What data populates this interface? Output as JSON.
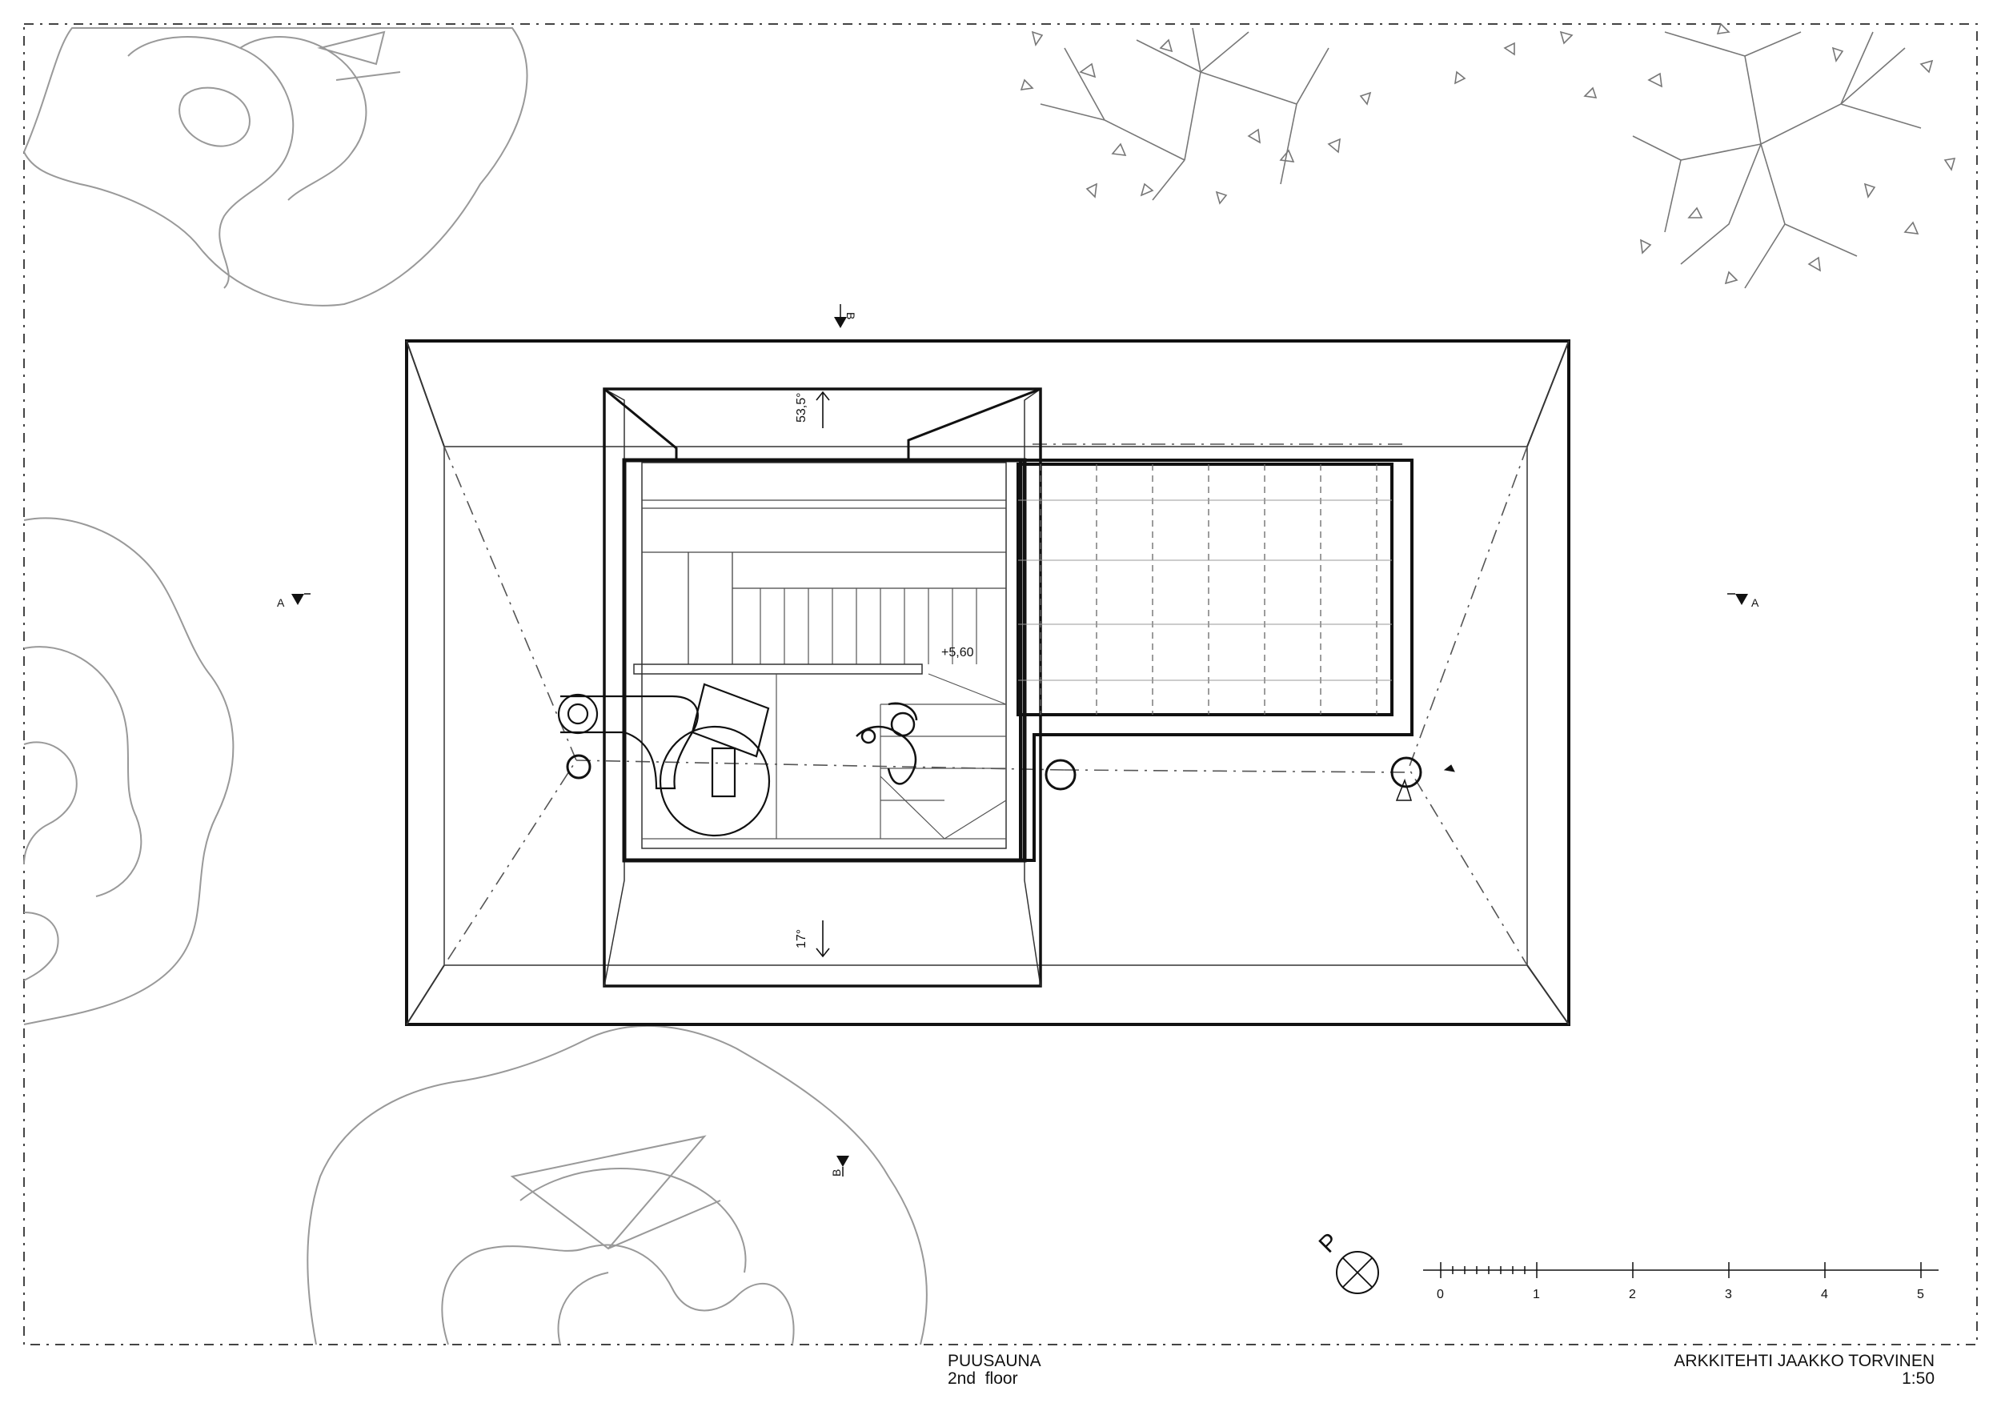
{
  "project": {
    "name": "PUUSAUNA",
    "floor": "2nd  floor"
  },
  "office": {
    "name": "ARKKITEHTI JAAKKO TORVINEN",
    "scale": "1:50"
  },
  "section_markers": {
    "a_left": "A",
    "a_right": "A",
    "b_top": "B",
    "b_bottom": "B"
  },
  "annotations": {
    "roof_pitch_upper": "53,5°",
    "roof_pitch_lower": "17°",
    "floor_level": "+5,60"
  },
  "north_label": "P",
  "scale_bar": {
    "ticks": [
      "0",
      "1",
      "2",
      "3",
      "4",
      "5"
    ]
  }
}
